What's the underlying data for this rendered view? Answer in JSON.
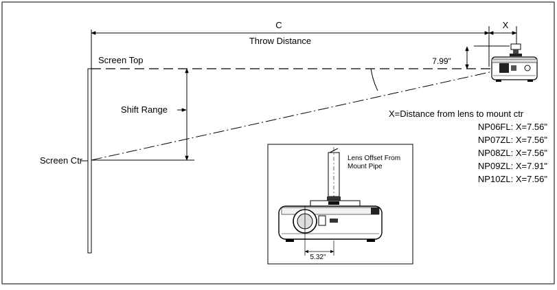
{
  "labels": {
    "c": "C",
    "throw_distance": "Throw Distance",
    "x": "X",
    "offset_799": "7.99\"",
    "screen_top": "Screen Top",
    "shift_range": "Shift Range",
    "screen_ctr": "Screen Ctr",
    "x_definition": "X=Distance from lens to mount ctr",
    "inset_caption_line1": "Lens Offset From",
    "inset_caption_line2": "Mount Pipe",
    "inset_offset": "5.32\""
  },
  "models": [
    {
      "label": "NP06FL: X=7.56\""
    },
    {
      "label": "NP07ZL: X=7.56\""
    },
    {
      "label": "NP08ZL: X=7.56\""
    },
    {
      "label": "NP09ZL: X=7.91\""
    },
    {
      "label": "NP10ZL: X=7.56\""
    }
  ]
}
